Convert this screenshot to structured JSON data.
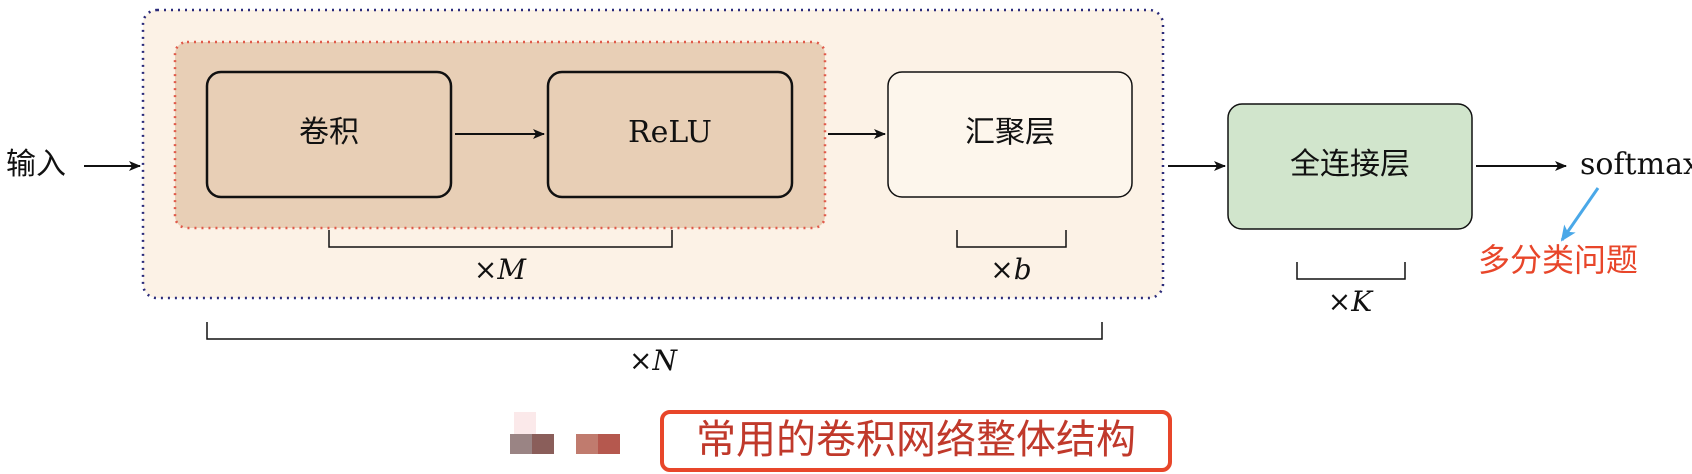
{
  "diagram": {
    "input_label": "输入",
    "output_label": "softmax",
    "nodes": {
      "conv": "卷积",
      "relu": "ReLU",
      "pool": "汇聚层",
      "fc": "全连接层"
    },
    "multipliers": {
      "M": "M",
      "b": "b",
      "N": "N",
      "K": "K",
      "prefix": "×"
    },
    "annotation": "多分类问题",
    "caption": "常用的卷积网络整体结构"
  },
  "colors": {
    "outer_block_fill": "#fcf2e6",
    "outer_block_border": "#2c2c7a",
    "inner_block_fill": "#e8cfb6",
    "inner_block_border": "#e05a4a",
    "conv_relu_fill": "#e8cfb6",
    "pool_fill": "#fdf6ec",
    "fc_fill": "#d1e5cc",
    "annotation_color": "#e8462a",
    "annotation_arrow": "#4aa8e8",
    "caption_color": "#c0392b",
    "caption_border": "#e8462a"
  }
}
